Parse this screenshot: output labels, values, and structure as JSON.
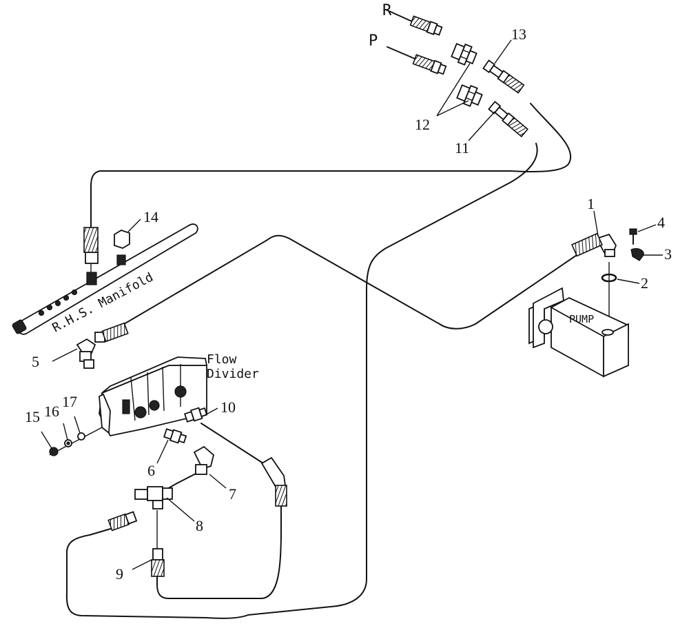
{
  "diagram": {
    "labels": {
      "port_r": "R",
      "port_p": "P",
      "manifold": "R.H.S. Manifold",
      "flow_divider_line1": "Flow",
      "flow_divider_line2": "Divider",
      "pump": "PUMP"
    },
    "callouts": [
      {
        "id": "c1",
        "text": "1"
      },
      {
        "id": "c2",
        "text": "2"
      },
      {
        "id": "c3",
        "text": "3"
      },
      {
        "id": "c4",
        "text": "4"
      },
      {
        "id": "c5",
        "text": "5"
      },
      {
        "id": "c6",
        "text": "6"
      },
      {
        "id": "c7",
        "text": "7"
      },
      {
        "id": "c8",
        "text": "8"
      },
      {
        "id": "c9",
        "text": "9"
      },
      {
        "id": "c10",
        "text": "10"
      },
      {
        "id": "c11",
        "text": "11"
      },
      {
        "id": "c12",
        "text": "12"
      },
      {
        "id": "c13",
        "text": "13"
      },
      {
        "id": "c14",
        "text": "14"
      },
      {
        "id": "c15",
        "text": "15"
      },
      {
        "id": "c16",
        "text": "16"
      },
      {
        "id": "c17",
        "text": "17"
      }
    ]
  }
}
